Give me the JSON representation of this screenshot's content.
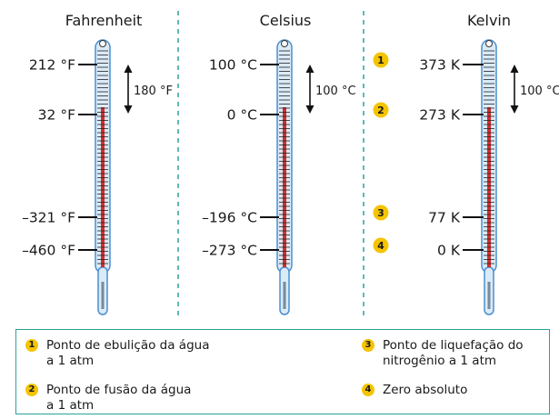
{
  "columns": [
    {
      "title": "Fahrenheit",
      "marks": [
        {
          "label": "212 °F",
          "value": 212
        },
        {
          "label": "32 °F",
          "value": 32
        },
        {
          "label": "–321 °F",
          "value": -321
        },
        {
          "label": "–460 °F",
          "value": -460
        }
      ],
      "range_label": "180 °F"
    },
    {
      "title": "Celsius",
      "marks": [
        {
          "label": "100 °C",
          "value": 100
        },
        {
          "label": "0 °C",
          "value": 0
        },
        {
          "label": "–196 °C",
          "value": -196
        },
        {
          "label": "–273 °C",
          "value": -273
        }
      ],
      "range_label": "100 °C"
    },
    {
      "title": "Kelvin",
      "marks": [
        {
          "label": "373 K",
          "value": 373,
          "badge": "1"
        },
        {
          "label": "273 K",
          "value": 273,
          "badge": "2"
        },
        {
          "label": "77 K",
          "value": 77,
          "badge": "3"
        },
        {
          "label": "0 K",
          "value": 0,
          "badge": "4"
        }
      ],
      "range_label": "100 °C"
    }
  ],
  "legend": [
    {
      "num": "1",
      "text": "Ponto de ebulição da água\na 1 atm"
    },
    {
      "num": "2",
      "text": "Ponto de fusão da água\na 1 atm"
    },
    {
      "num": "3",
      "text": "Ponto de liquefação do\nnitrogênio a 1 atm"
    },
    {
      "num": "4",
      "text": "Zero absoluto"
    }
  ],
  "colors": {
    "accent": "#2aa39a",
    "badge": "#f5c400",
    "mercury": "#d32f2f",
    "glass_fill": "#dbeaf7",
    "glass_stroke": "#4a8fcf"
  }
}
